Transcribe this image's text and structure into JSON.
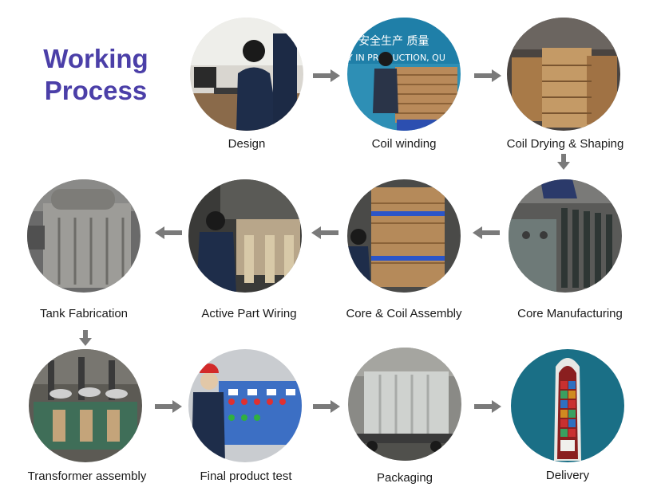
{
  "title": {
    "line1": "Working",
    "line2": "Process"
  },
  "steps": [
    {
      "label": "Design"
    },
    {
      "label": "Coil winding"
    },
    {
      "label": "Coil Drying & Shaping"
    },
    {
      "label": "Core Manufacturing"
    },
    {
      "label": "Core & Coil Assembly"
    },
    {
      "label": "Active Part Wiring"
    },
    {
      "label": "Tank Fabrication"
    },
    {
      "label": "Transformer assembly"
    },
    {
      "label": "Final product test"
    },
    {
      "label": "Packaging"
    },
    {
      "label": "Delivery"
    }
  ],
  "banner": {
    "text": "安全生产 质量",
    "subtext": "Y IN PRODUCTION, QU"
  },
  "colors": {
    "title": "#4b3fa8",
    "arrow": "#7a7a7a",
    "text": "#1a1a1a"
  }
}
